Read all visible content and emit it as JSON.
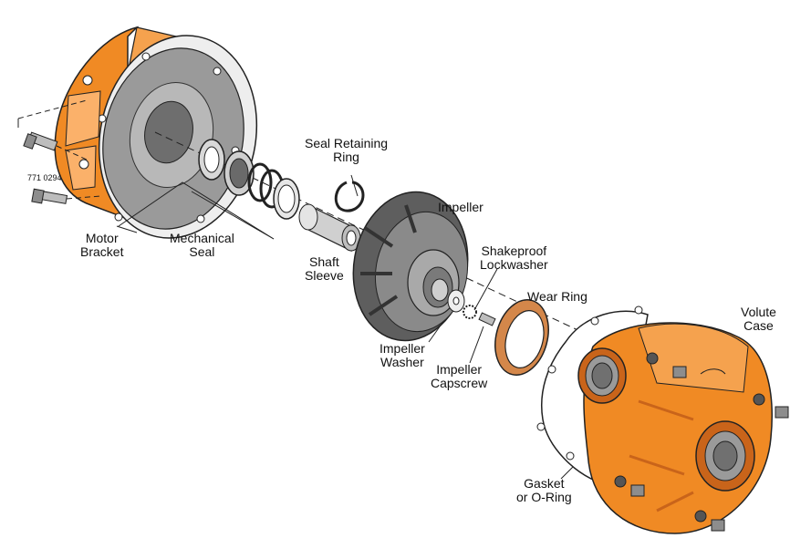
{
  "labels": {
    "seal_retaining_ring": [
      "Seal Retaining",
      "Ring"
    ],
    "impeller": [
      "Impeller"
    ],
    "shakeproof_lockwasher": [
      "Shakeproof",
      "Lockwasher"
    ],
    "wear_ring": [
      "Wear Ring"
    ],
    "volute_case": [
      "Volute",
      "Case"
    ],
    "motor_bracket": [
      "Motor",
      "Bracket"
    ],
    "mechanical_seal": [
      "Mechanical",
      "Seal"
    ],
    "shaft_sleeve": [
      "Shaft",
      "Sleeve"
    ],
    "impeller_washer": [
      "Impeller",
      "Washer"
    ],
    "impeller_capscrew": [
      "Impeller",
      "Capscrew"
    ],
    "gasket": [
      "Gasket",
      "or O-Ring"
    ]
  },
  "part_number": "771 0294",
  "colors": {
    "orange": "#f08a24",
    "orange_dark": "#c9641a",
    "gray": "#9a9a9a",
    "gray_dark": "#5c5c5c",
    "outline": "#222222"
  }
}
